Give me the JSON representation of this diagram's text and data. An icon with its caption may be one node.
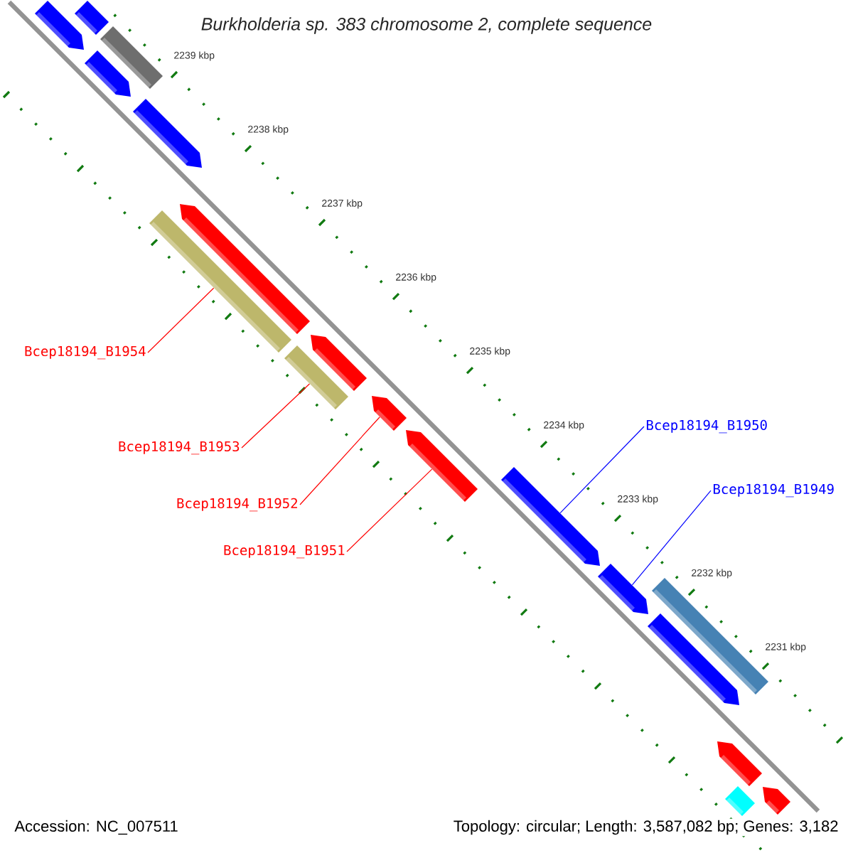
{
  "diagram": {
    "title": "Burkholderia sp. 383 chromosome 2, complete sequence",
    "nodes": [
      {
        "text": [
          "Bcep18194_B1954"
        ]
      },
      {
        "text": [
          "Bcep18194_B1953"
        ]
      },
      {
        "text": [
          "Bcep18194_B1952"
        ]
      },
      {
        "text": [
          "Bcep18194_B1951"
        ]
      },
      {
        "text": [
          "Bcep18194_B1950"
        ]
      },
      {
        "text": [
          "Bcep18194_B1949"
        ]
      },
      {
        "text": [],
        "shape": "bar"
      },
      {
        "text": [],
        "shape": "arrow"
      },
      {
        "text": [],
        "shape": "bar"
      },
      {
        "text": [],
        "shape": "arrow"
      },
      {
        "text": [],
        "shape": "arrow"
      },
      {
        "text": [],
        "shape": "arrow"
      },
      {
        "text": [],
        "shape": "bar"
      },
      {
        "text": [],
        "shape": "arrow"
      },
      {
        "text": [],
        "shape": "bar"
      },
      {
        "text": [],
        "shape": "arrow"
      },
      {
        "text": [],
        "shape": "arrow"
      },
      {
        "text": [],
        "shape": "arrow"
      },
      {
        "text": [],
        "shape": "arrow"
      },
      {
        "text": [],
        "shape": "bar"
      },
      {
        "text": [],
        "shape": "arrow"
      },
      {
        "text": [],
        "shape": "arrow"
      },
      {
        "text": [],
        "shape": "arrow"
      },
      {
        "text": [],
        "shape": "bar"
      }
    ],
    "edges": [
      {
        "from": 0,
        "to": 12,
        "arrow": "none"
      },
      {
        "from": 1,
        "to": 14,
        "arrow": "none"
      },
      {
        "from": 2,
        "to": 15,
        "arrow": "none"
      },
      {
        "from": 3,
        "to": 16,
        "arrow": "none"
      },
      {
        "from": 4,
        "to": 17,
        "arrow": "none",
        "color": "#0000ff"
      },
      {
        "from": 5,
        "to": 18,
        "arrow": "none",
        "color": "#0000ff"
      }
    ],
    "labels": [
      "2239 kbp",
      "2238 kbp",
      "2237 kbp",
      "2236 kbp",
      "2235 kbp",
      "2234 kbp",
      "2233 kbp",
      "2232 kbp",
      "2231 kbp",
      "Accession: NC_007511",
      "Topology: circular; Length: 3,587,082 bp; Genes: 3,182"
    ]
  }
}
